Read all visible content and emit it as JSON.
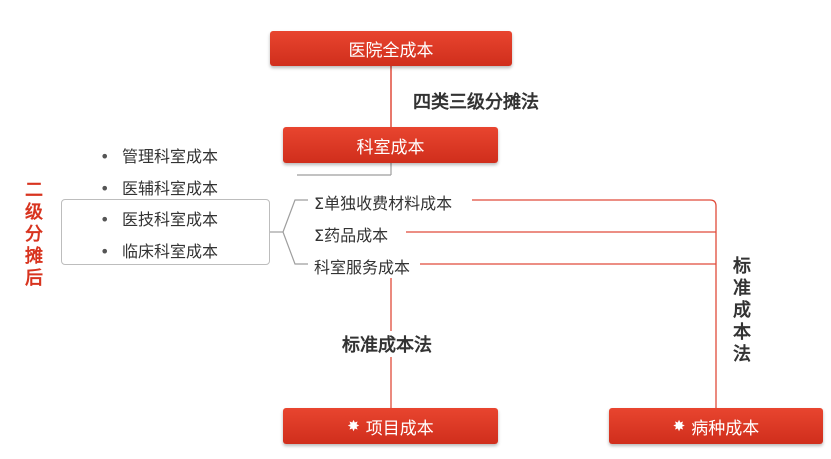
{
  "boxes": {
    "hospital_total_cost": "医院全成本",
    "department_cost": "科室成本",
    "project_cost": "项目成本",
    "disease_cost": "病种成本",
    "star_glyph": "✸"
  },
  "methods": {
    "four_class_three_level": "四类三级分摊法",
    "standard_cost_method_bottom": "标准成本法",
    "standard_cost_method_right": "标准成本法",
    "second_level_allocation": "二级分摊后"
  },
  "department_types": [
    "管理科室成本",
    "医辅科室成本",
    "医技科室成本",
    "临床科室成本"
  ],
  "cost_items": [
    "Σ单独收费材料成本",
    "Σ药品成本",
    "科室服务成本"
  ],
  "colors": {
    "accent_red": "#d8341f",
    "line_red": "#e04b3a",
    "line_gray": "#9e9e9e",
    "text_dark": "#333333"
  }
}
